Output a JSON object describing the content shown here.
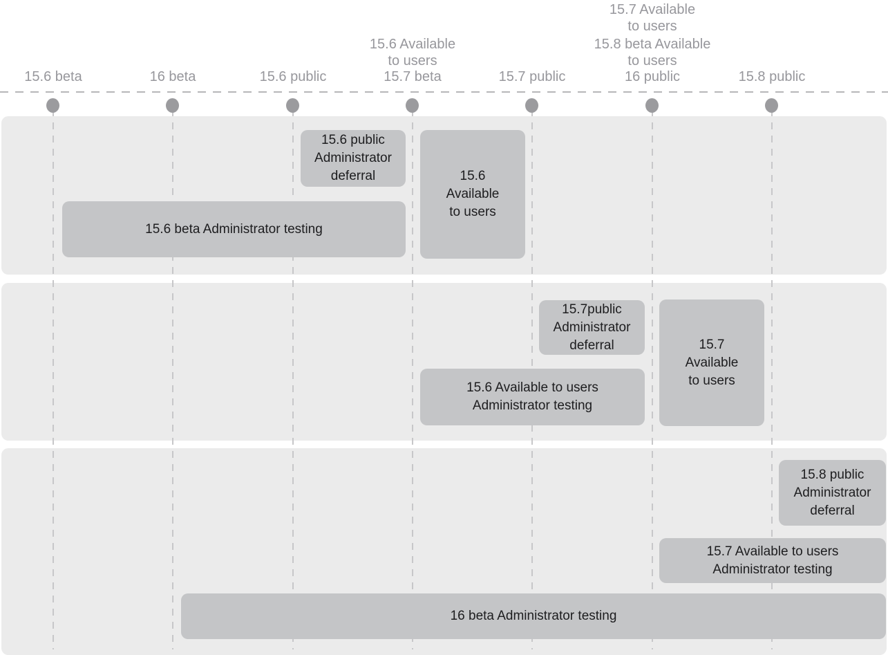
{
  "diagram": {
    "milestones": [
      {
        "label": "15.6 beta"
      },
      {
        "label": "16 beta"
      },
      {
        "label": "15.6 public"
      },
      {
        "label": "15.7 beta",
        "above": "15.6 Available\nto users"
      },
      {
        "label": "15.7 public"
      },
      {
        "label": "16 public",
        "above_top": "15.7 Available\nto users",
        "above": "15.8 beta Available\nto users"
      },
      {
        "label": "15.8 public"
      }
    ],
    "rows": [
      {
        "boxes": [
          {
            "label": "15.6 public\nAdministrator\ndeferral"
          },
          {
            "label": "15.6 beta Administrator testing"
          },
          {
            "label": "15.6\nAvailable\nto users"
          }
        ]
      },
      {
        "boxes": [
          {
            "label": "15.7public\nAdministrator\ndeferral"
          },
          {
            "label": "15.6 Available to users\nAdministrator testing"
          },
          {
            "label": "15.7\nAvailable\nto users"
          }
        ]
      },
      {
        "boxes": [
          {
            "label": "15.8 public\nAdministrator\ndeferral"
          },
          {
            "label": "15.7 Available to users\nAdministrator testing"
          },
          {
            "label": "16 beta Administrator testing"
          }
        ]
      }
    ],
    "colors": {
      "band": "#ebebeb",
      "box": "#c4c5c7",
      "box_text": "#1d1d1f",
      "label_text": "#97979c",
      "dot": "#9b9b9e",
      "dash_horizontal": "#b6b6b8",
      "dash_vertical": "#c7c7c9"
    }
  }
}
